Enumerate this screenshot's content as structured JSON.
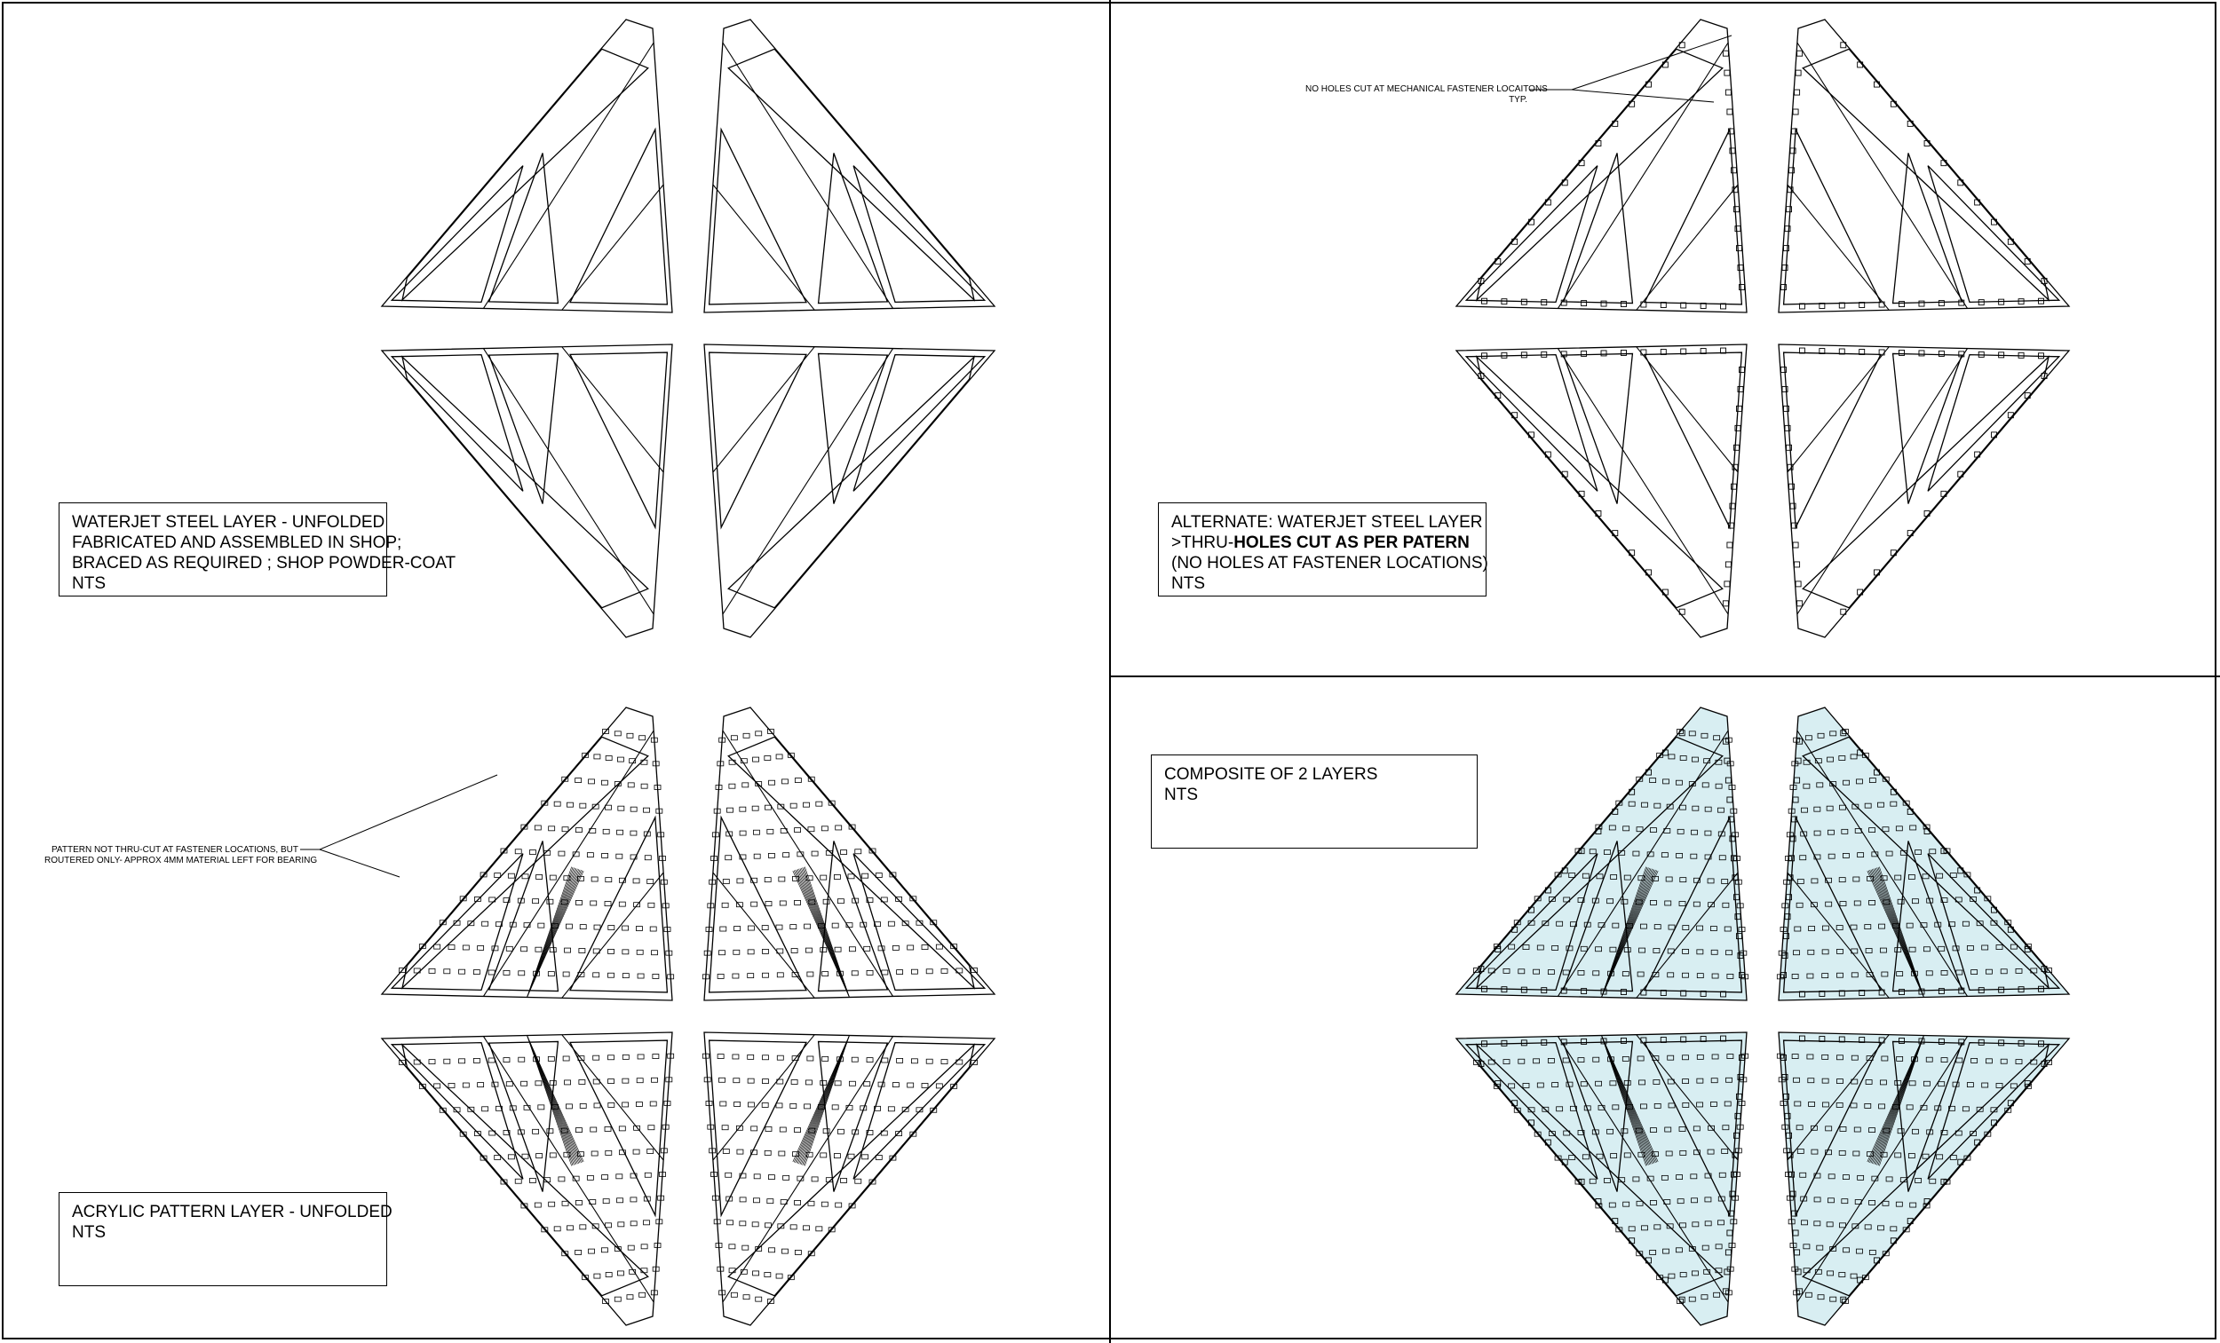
{
  "panels": {
    "top_left": {
      "label_lines": [
        "WATERJET STEEL LAYER - UNFOLDED",
        "FABRICATED AND ASSEMBLED IN SHOP;",
        "BRACED AS REQUIRED ; SHOP POWDER-COAT",
        "NTS"
      ]
    },
    "top_right": {
      "label_line1": "ALTERNATE:  WATERJET STEEL LAYER",
      "label_line2_prefix": ">THRU-",
      "label_line2_bold": "HOLES CUT AS PER PATERN",
      "label_line3": "(NO HOLES AT FASTENER LOCATIONS)",
      "label_line4": "NTS",
      "note_line1": "NO HOLES CUT AT MECHANICAL FASTENER LOCAITONS",
      "note_line2": "TYP."
    },
    "bottom_left": {
      "label_lines": [
        "ACRYLIC PATTERN LAYER - UNFOLDED",
        "NTS"
      ],
      "note_line1": "PATTERN NOT THRU-CUT AT FASTENER LOCATIONS, BUT",
      "note_line2": "ROUTERED ONLY- APPROX 4MM MATERIAL LEFT FOR BEARING"
    },
    "bottom_right": {
      "label_lines": [
        "COMPOSITE OF 2 LAYERS",
        "NTS"
      ]
    }
  },
  "colors": {
    "line": "#000000",
    "composite_fill": "#d8eef2",
    "composite_stroke": "#7fb4bf"
  }
}
